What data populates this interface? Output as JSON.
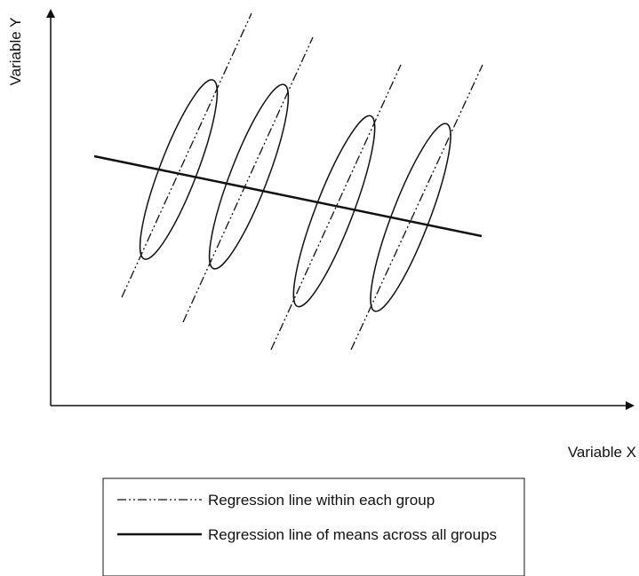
{
  "axes": {
    "x_label": "Variable X",
    "y_label": "Variable Y"
  },
  "legend": {
    "items": [
      {
        "label": "Regression line within each group",
        "style": "dash-dot-dot"
      },
      {
        "label": "Regression line of means across all groups",
        "style": "solid"
      }
    ]
  },
  "groups_count": 4,
  "colors": {
    "stroke": "#111111",
    "background": "#ffffff"
  }
}
